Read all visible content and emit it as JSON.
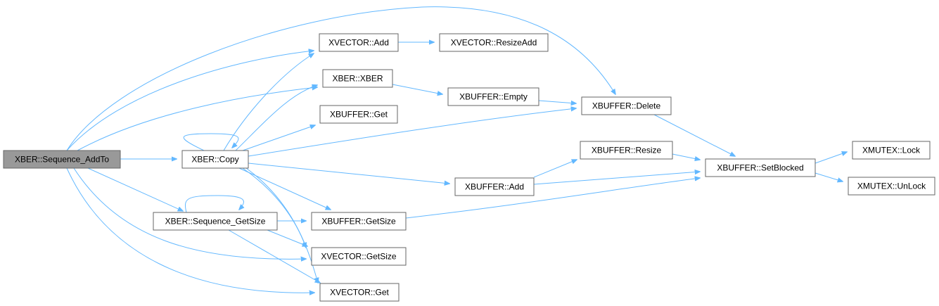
{
  "diagram": {
    "nodes": [
      {
        "id": "root",
        "label": "XBER::Sequence_AddTo",
        "root": true
      },
      {
        "id": "vadd",
        "label": "XVECTOR::Add"
      },
      {
        "id": "vresize",
        "label": "XVECTOR::ResizeAdd"
      },
      {
        "id": "xber",
        "label": "XBER::XBER"
      },
      {
        "id": "bget",
        "label": "XBUFFER::Get"
      },
      {
        "id": "bempty",
        "label": "XBUFFER::Empty"
      },
      {
        "id": "bdelete",
        "label": "XBUFFER::Delete"
      },
      {
        "id": "copy",
        "label": "XBER::Copy"
      },
      {
        "id": "bresize",
        "label": "XBUFFER::Resize"
      },
      {
        "id": "bsetblocked",
        "label": "XBUFFER::SetBlocked"
      },
      {
        "id": "lock",
        "label": "XMUTEX::Lock"
      },
      {
        "id": "badd",
        "label": "XBUFFER::Add"
      },
      {
        "id": "unlock",
        "label": "XMUTEX::UnLock"
      },
      {
        "id": "seqsize",
        "label": "XBER::Sequence_GetSize"
      },
      {
        "id": "bgetsize",
        "label": "XBUFFER::GetSize"
      },
      {
        "id": "vgetsize",
        "label": "XVECTOR::GetSize"
      },
      {
        "id": "vget",
        "label": "XVECTOR::Get"
      }
    ],
    "edges": [
      {
        "from": "root",
        "to": "vadd"
      },
      {
        "from": "root",
        "to": "xber"
      },
      {
        "from": "root",
        "to": "bdelete"
      },
      {
        "from": "root",
        "to": "copy"
      },
      {
        "from": "root",
        "to": "seqsize"
      },
      {
        "from": "root",
        "to": "vgetsize"
      },
      {
        "from": "root",
        "to": "vget"
      },
      {
        "from": "vadd",
        "to": "vresize"
      },
      {
        "from": "xber",
        "to": "bempty"
      },
      {
        "from": "bempty",
        "to": "bdelete"
      },
      {
        "from": "bdelete",
        "to": "bsetblocked"
      },
      {
        "from": "copy",
        "to": "copy"
      },
      {
        "from": "copy",
        "to": "vadd"
      },
      {
        "from": "copy",
        "to": "xber"
      },
      {
        "from": "copy",
        "to": "bget"
      },
      {
        "from": "copy",
        "to": "bdelete"
      },
      {
        "from": "copy",
        "to": "badd"
      },
      {
        "from": "copy",
        "to": "bgetsize"
      },
      {
        "from": "copy",
        "to": "vgetsize"
      },
      {
        "from": "copy",
        "to": "vget"
      },
      {
        "from": "bresize",
        "to": "bsetblocked"
      },
      {
        "from": "badd",
        "to": "bresize"
      },
      {
        "from": "badd",
        "to": "bsetblocked"
      },
      {
        "from": "bsetblocked",
        "to": "lock"
      },
      {
        "from": "bsetblocked",
        "to": "unlock"
      },
      {
        "from": "seqsize",
        "to": "seqsize"
      },
      {
        "from": "seqsize",
        "to": "bgetsize"
      },
      {
        "from": "seqsize",
        "to": "vgetsize"
      },
      {
        "from": "seqsize",
        "to": "vget"
      },
      {
        "from": "bgetsize",
        "to": "bsetblocked"
      }
    ],
    "colors": {
      "edge": "#63b8ff",
      "node_border": "#666666",
      "node_fill": "#ffffff",
      "root_fill": "#999999"
    }
  }
}
